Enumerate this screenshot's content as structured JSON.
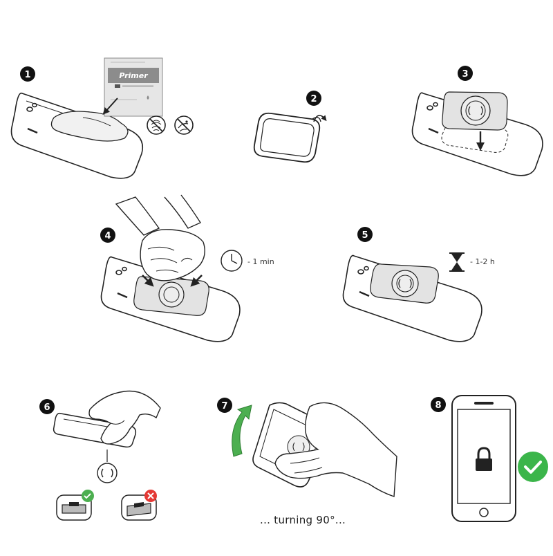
{
  "steps": [
    {
      "number": "1",
      "packet_title": "Primer"
    },
    {
      "number": "2"
    },
    {
      "number": "3"
    },
    {
      "number": "4",
      "duration": "- 1 min"
    },
    {
      "number": "5",
      "duration": "- 1-2 h"
    },
    {
      "number": "6"
    },
    {
      "number": "7",
      "caption": "... turning 90°..."
    },
    {
      "number": "8"
    }
  ],
  "colors": {
    "line": "#222222",
    "accent_green": "#4caf50",
    "reject_red": "#e53935",
    "check_green": "#3bb54a"
  },
  "icons": {
    "no_fingerprint": "fingerprint-prohibited-icon",
    "no_grease": "grease-prohibited-icon",
    "clock": "clock-icon",
    "hourglass": "hourglass-icon",
    "lock": "lock-icon",
    "success": "check-circle-icon"
  }
}
